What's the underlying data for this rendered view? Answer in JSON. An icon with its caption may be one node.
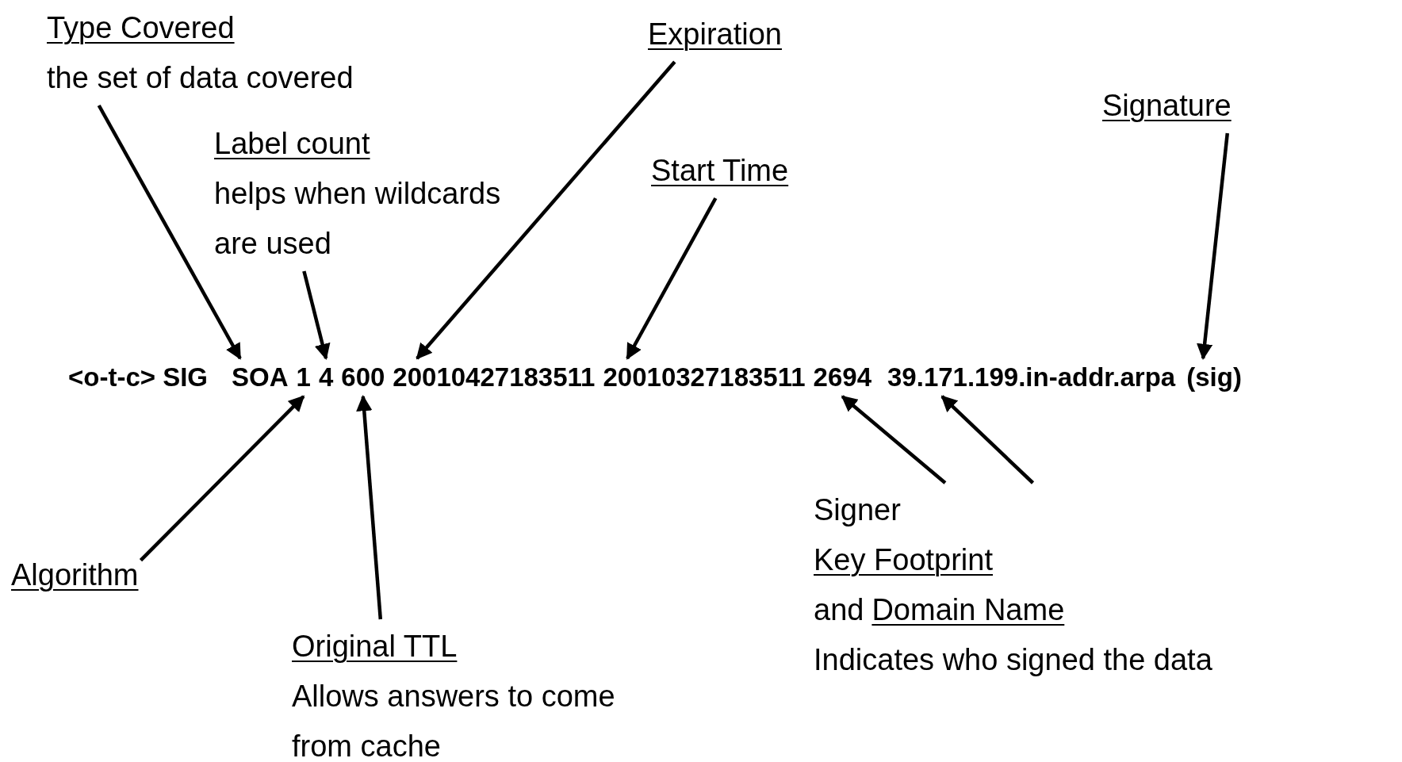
{
  "diagram": {
    "nodes": [
      {
        "text": [
          "Type Covered",
          "the set of data covered"
        ]
      },
      {
        "text": [
          "Label count",
          "helps when wildcards are used"
        ]
      },
      {
        "text": [
          "Expiration"
        ]
      },
      {
        "text": [
          "Start Time"
        ]
      },
      {
        "text": [
          "Signature"
        ]
      },
      {
        "text": [
          "<o-t-c> SIG"
        ]
      },
      {
        "text": [
          "SOA"
        ]
      },
      {
        "text": [
          "1"
        ]
      },
      {
        "text": [
          "4"
        ]
      },
      {
        "text": [
          "600"
        ]
      },
      {
        "text": [
          "20010427183511"
        ]
      },
      {
        "text": [
          "20010327183511"
        ]
      },
      {
        "text": [
          "2694"
        ]
      },
      {
        "text": [
          "39.171.199.in-addr.arpa"
        ]
      },
      {
        "text": [
          "(sig)"
        ]
      },
      {
        "text": [
          "Algorithm"
        ]
      },
      {
        "text": [
          "Original TTL",
          "Allows answers to come from cache"
        ]
      },
      {
        "text": [
          "Signer",
          "Key Footprint",
          "and",
          "Domain Name",
          "Indicates who signed the data"
        ]
      }
    ],
    "edges": [
      {
        "from": 0,
        "to": 6,
        "arrow": "to"
      },
      {
        "from": 1,
        "to": 8,
        "arrow": "to"
      },
      {
        "from": 2,
        "to": 10,
        "arrow": "to"
      },
      {
        "from": 3,
        "to": 11,
        "arrow": "to"
      },
      {
        "from": 4,
        "to": 14,
        "arrow": "to"
      },
      {
        "from": 15,
        "to": 7,
        "arrow": "to"
      },
      {
        "from": 16,
        "to": 9,
        "arrow": "to"
      },
      {
        "from": 17,
        "to": 12,
        "arrow": "to"
      },
      {
        "from": 17,
        "to": 13,
        "arrow": "to"
      }
    ]
  }
}
